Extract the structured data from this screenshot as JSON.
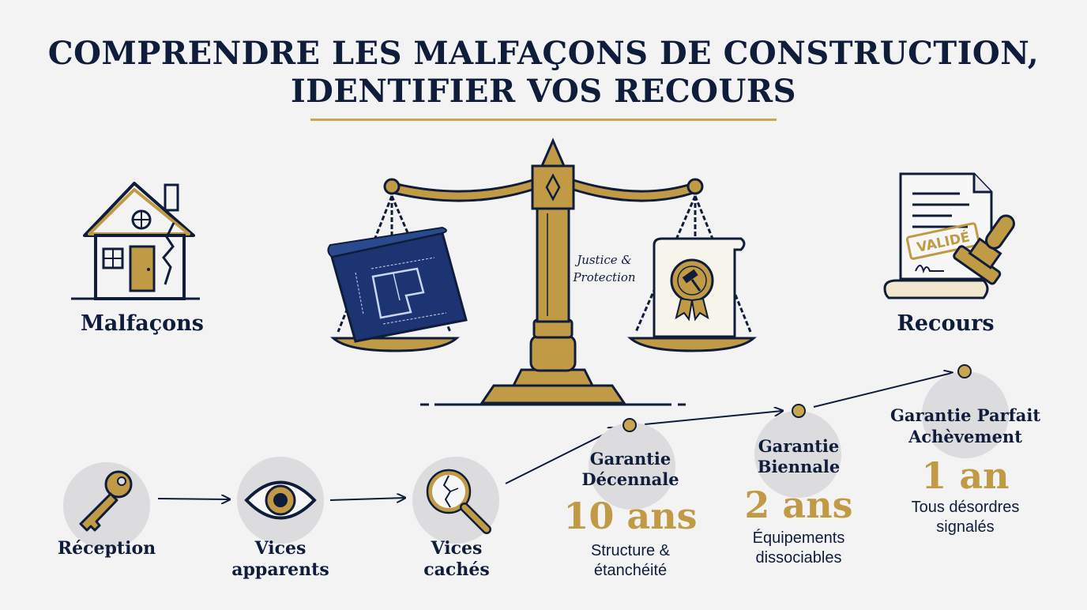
{
  "title": {
    "line1": "COMPRENDRE LES MALFAÇONS DE CONSTRUCTION,",
    "line2": "IDENTIFIER VOS RECOURS"
  },
  "left_panel": {
    "label": "Malfaçons",
    "icon": "cracked-house-icon"
  },
  "right_panel": {
    "label": "Recours",
    "icon": "validated-document-stamp-icon",
    "stamp_text": "VALIDÉ"
  },
  "scale": {
    "caption_line1": "Justice &",
    "caption_line2": "Protection",
    "left_pan_icon": "blueprint-icon",
    "right_pan_icon": "certificate-gavel-icon"
  },
  "steps": [
    {
      "line1": "Réception",
      "line2": "",
      "icon": "key-icon"
    },
    {
      "line1": "Vices",
      "line2": "apparents",
      "icon": "eye-icon"
    },
    {
      "line1": "Vices",
      "line2": "cachés",
      "icon": "magnifier-crack-icon"
    }
  ],
  "guarantees": [
    {
      "line1": "Garantie",
      "line2": "Décennale",
      "duration": "10 ans",
      "desc1": "Structure &",
      "desc2": "étanchéité"
    },
    {
      "line1": "Garantie",
      "line2": "Biennale",
      "duration": "2 ans",
      "desc1": "Équipements",
      "desc2": "dissociables"
    },
    {
      "line1": "Garantie Parfait",
      "line2": "Achèvement",
      "duration": "1 an",
      "desc1": "Tous désordres",
      "desc2": "signalés"
    }
  ],
  "colors": {
    "navy": "#0f1d3a",
    "gold": "#c09a45",
    "background": "#f3f3f4",
    "circle": "#dcdcde"
  }
}
